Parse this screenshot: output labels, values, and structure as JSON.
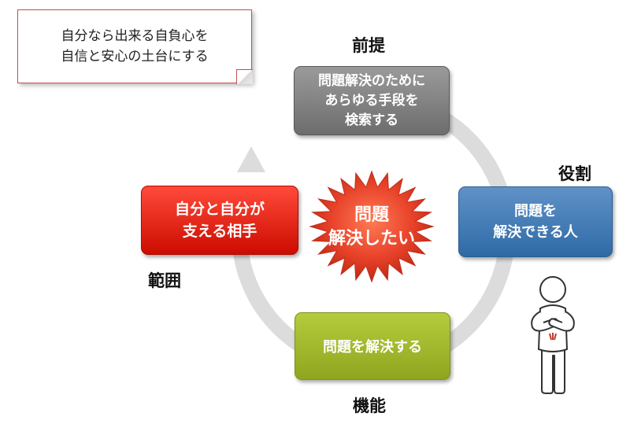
{
  "note": {
    "line1": "自分なら出来る自負心を",
    "line2": "自信と安心の土台にする"
  },
  "labels": {
    "premise": "前提",
    "role": "役割",
    "scope": "範囲",
    "function": "機能"
  },
  "center": {
    "line1": "問題",
    "line2": "解決したい"
  },
  "boxes": {
    "top": {
      "lines": [
        "問題解決のために",
        "あらゆる手段を",
        "検索する"
      ],
      "color": "#808080"
    },
    "right": {
      "lines": [
        "問題を",
        "解決できる人"
      ],
      "color": "#3a75b0"
    },
    "bottom": {
      "lines": [
        "問題を解決する"
      ],
      "color": "#9fb52a"
    },
    "left": {
      "lines": [
        "自分と自分が",
        "支える相手"
      ],
      "color": "#e8190a"
    }
  },
  "colors": {
    "cycle_arrow": "#dcdcdc",
    "starburst": "#e8432a",
    "note_border": "#c0504d"
  }
}
